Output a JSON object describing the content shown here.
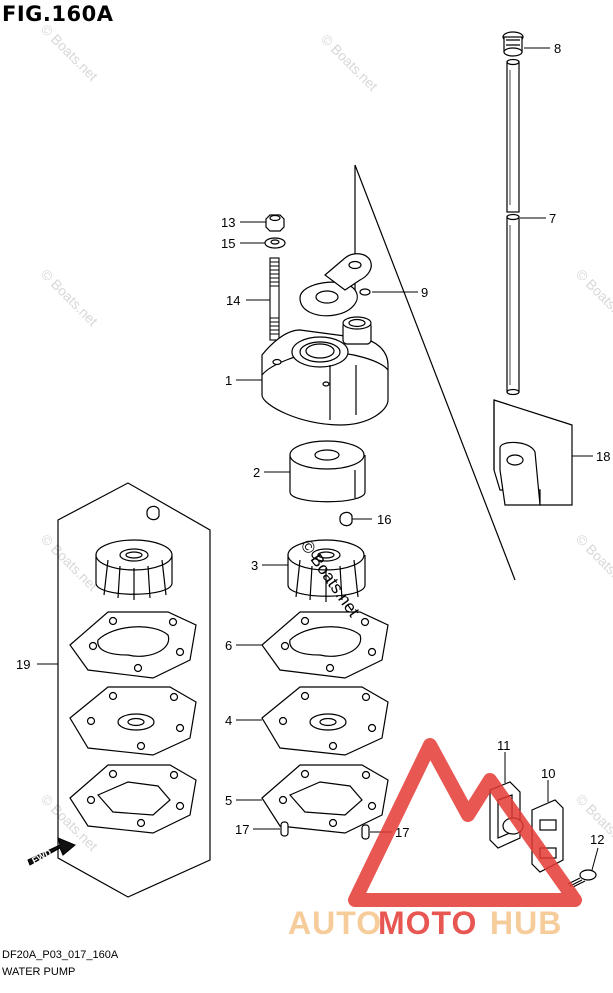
{
  "figure": {
    "title": "FIG.160A"
  },
  "footer": {
    "code": "DF20A_P03_017_160A",
    "name": "WATER PUMP"
  },
  "watermark": {
    "text": "© Boats.net"
  },
  "logo": {
    "word_part1": "AUTO",
    "word_part2": "MOTO",
    "word_part3": "HUB",
    "color": "#e53935"
  },
  "fwd_label": "FWD",
  "callouts": {
    "c1": "1",
    "c2": "2",
    "c3": "3",
    "c4": "4",
    "c5": "5",
    "c6": "6",
    "c7": "7",
    "c8": "8",
    "c9": "9",
    "c10": "10",
    "c11": "11",
    "c12": "12",
    "c13": "13",
    "c14": "14",
    "c15": "15",
    "c16": "16",
    "c17a": "17",
    "c17b": "17",
    "c18": "18",
    "c19": "19"
  }
}
